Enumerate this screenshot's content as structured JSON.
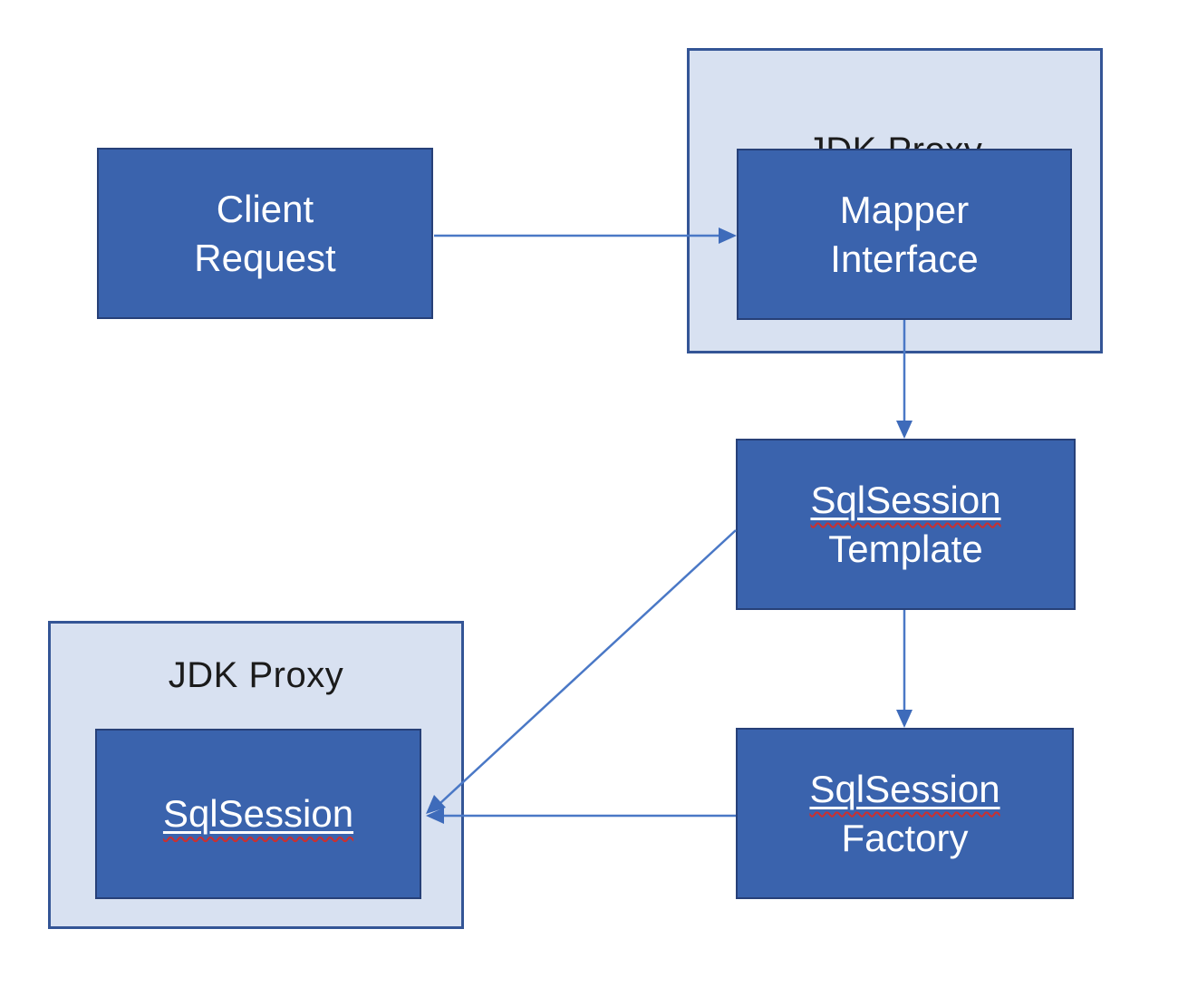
{
  "diagram": {
    "background": "#FFFFFF",
    "colors": {
      "node_fill": "#3A63AD",
      "node_border": "#274078",
      "node_text": "#FFFFFF",
      "container_fill": "#D8E1F1",
      "container_border": "#345596",
      "container_title_text": "#1B1B1B",
      "arrow_line": "#4A78C6",
      "arrow_head": "#3E6BBA",
      "spellcheck_underline": "#CC2F2E"
    },
    "containers": {
      "top": {
        "title": "JDK Proxy"
      },
      "bottom": {
        "title": "JDK Proxy"
      }
    },
    "nodes": {
      "client_request": {
        "line1": "Client",
        "line2": "Request"
      },
      "mapper_interface": {
        "line1": "Mapper",
        "line2": "Interface",
        "container": "top"
      },
      "sqlsession_template": {
        "line1": "SqlSession",
        "line2": "Template",
        "line1_spellchecked": true
      },
      "sqlsession_factory": {
        "line1": "SqlSession",
        "line2": "Factory",
        "line1_spellchecked": true
      },
      "sqlsession": {
        "line1": "SqlSession",
        "line1_spellchecked": true,
        "container": "bottom"
      }
    },
    "edges": [
      {
        "from": "client_request",
        "to": "mapper_interface",
        "style": "arrow"
      },
      {
        "from": "mapper_interface",
        "to": "sqlsession_template",
        "style": "arrow"
      },
      {
        "from": "sqlsession_template",
        "to": "sqlsession_factory",
        "style": "arrow"
      },
      {
        "from": "sqlsession_template",
        "to": "sqlsession",
        "style": "arrow"
      },
      {
        "from": "sqlsession_factory",
        "to": "sqlsession",
        "style": "arrow"
      }
    ]
  }
}
